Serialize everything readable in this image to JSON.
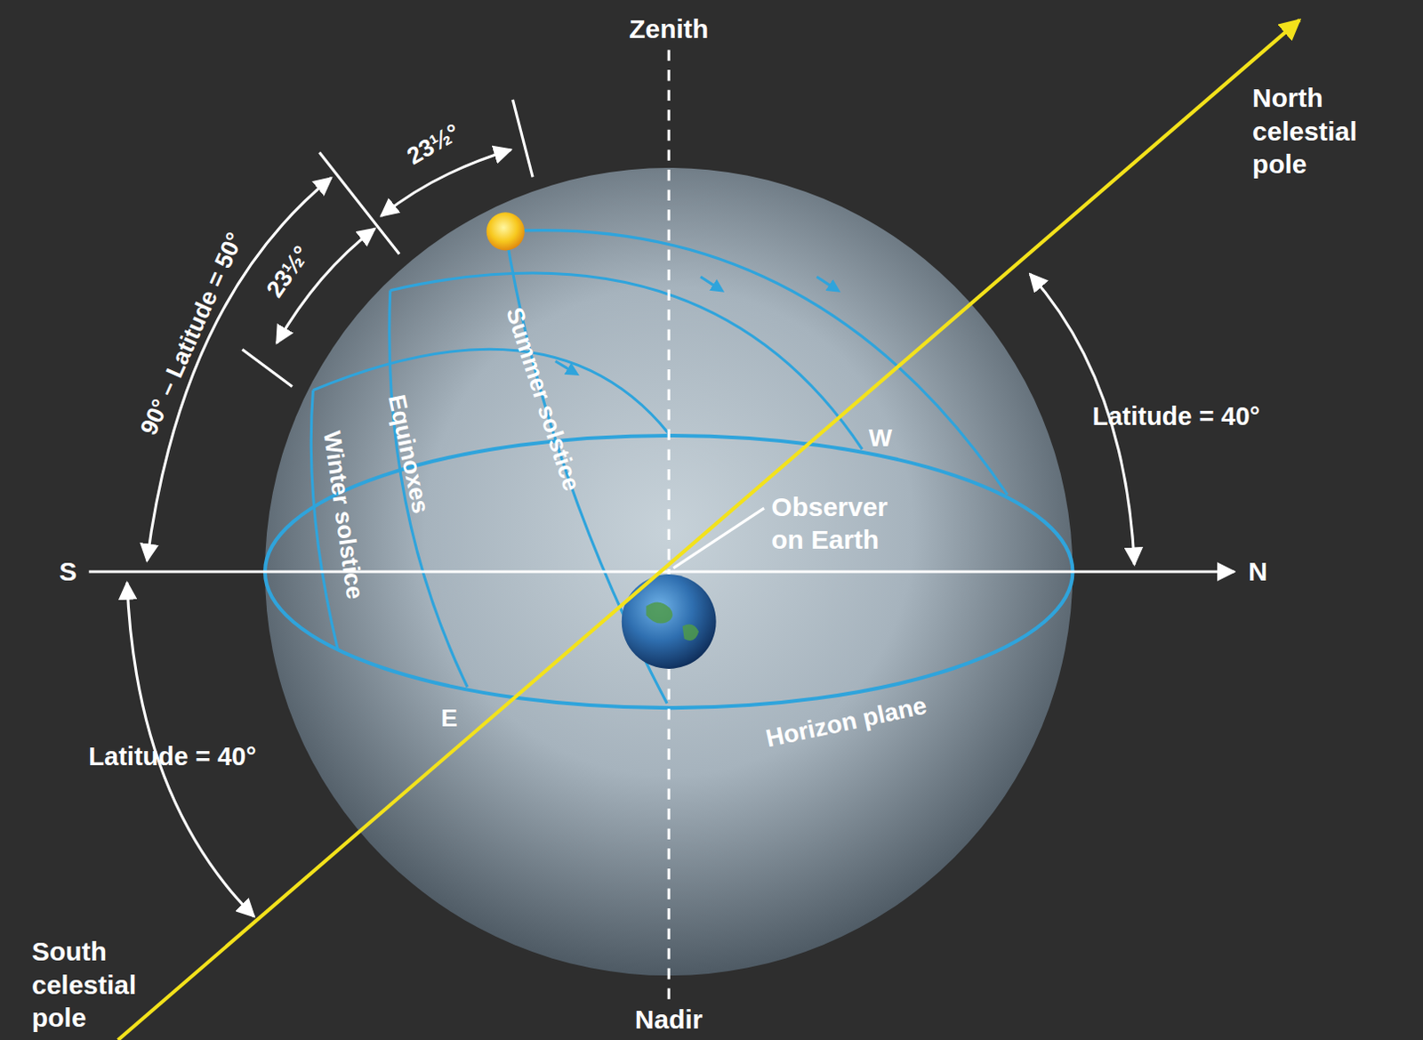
{
  "diagram": {
    "labels": [
      "Zenith",
      "North celestial pole",
      "90° – Latitude = 50°",
      "23½°",
      "23½°",
      "Summer solstice",
      "Equinoxes",
      "Winter solstice",
      "W",
      "Latitude = 40°",
      "Observer on Earth",
      "S",
      "N",
      "E",
      "Horizon plane",
      "Latitude = 40°",
      "South celestial pole",
      "Nadir"
    ]
  }
}
